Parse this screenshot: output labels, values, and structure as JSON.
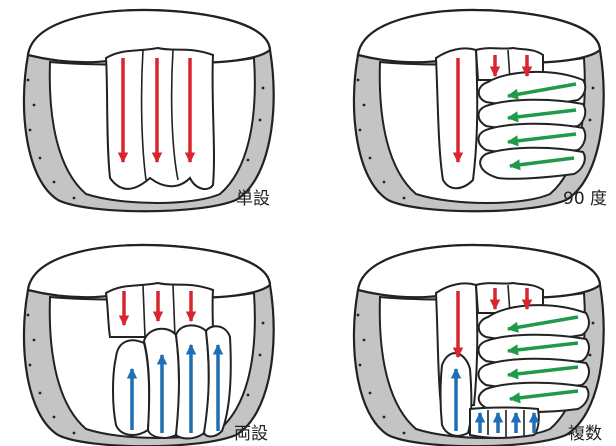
{
  "colors": {
    "outline": "#222222",
    "shell": "#c4c4c4",
    "red_arrow": "#d8262f",
    "green_arrow": "#1f9a48",
    "blue_arrow": "#1e6fb5"
  },
  "panels": [
    {
      "label": "単設"
    },
    {
      "label": "90 度"
    },
    {
      "label": "両設"
    },
    {
      "label": "複数"
    }
  ]
}
